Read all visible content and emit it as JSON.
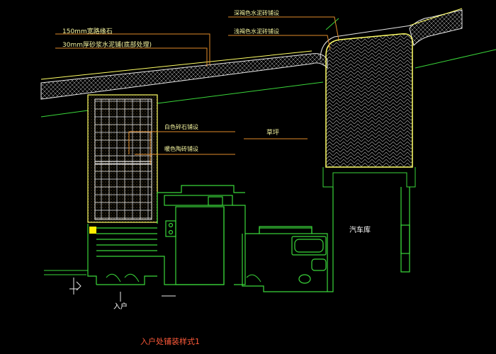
{
  "notes": {
    "paving_150": "150mm宽路缘石",
    "mortar_30": "30mm厚砂浆水泥铺(底部处理)",
    "dark_block": "深褐色水泥砖铺设",
    "light_block": "浅褐色水泥砖铺设",
    "white_stone": "白色碎石铺设",
    "dark_tile": "暖色陶砖铺设"
  },
  "rooms": {
    "lawn": "草坪",
    "garage": "汽车库",
    "entrance": "入户"
  },
  "title": "入户处铺装样式1",
  "colors": {
    "background": "#000000",
    "green_line": "#3ad63a",
    "white_line": "#e8e8e8",
    "yellow_line": "#ffff66",
    "leader": "#e08a2a",
    "note_text": "#f5f5a0",
    "title_text": "#ff5a3a"
  }
}
